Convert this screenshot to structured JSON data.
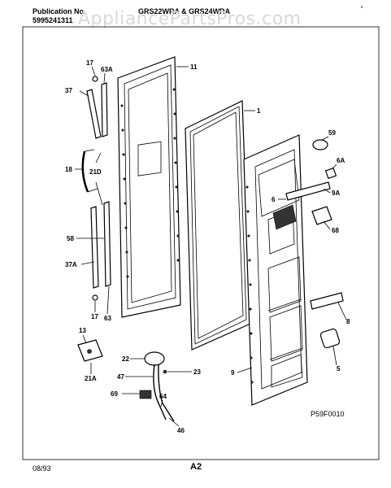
{
  "header": {
    "publication_label": "Publication No.",
    "publication_number": "5995241311",
    "model_title": "GRS22WRA & GRS24WRA",
    "corner_mark": "'"
  },
  "watermark": "AppliancePartsPros.com",
  "footer": {
    "date": "08/93",
    "page": "A2",
    "figure_code": "P59F0010"
  },
  "callouts": {
    "c17_top": "17",
    "c63a": "63A",
    "c11": "11",
    "c37": "37",
    "c18": "18",
    "c21d": "21D",
    "c58": "58",
    "c37a": "37A",
    "c17_bot": "17",
    "c63": "63",
    "c1": "1",
    "c59": "59",
    "c6a": "6A",
    "c6": "6",
    "c9a": "9A",
    "c68": "68",
    "c8": "8",
    "c5": "5",
    "c9": "9",
    "c13": "13",
    "c21a": "21A",
    "c22": "22",
    "c47": "47",
    "c23": "23",
    "c69": "69",
    "c64": "64",
    "c46": "46"
  }
}
